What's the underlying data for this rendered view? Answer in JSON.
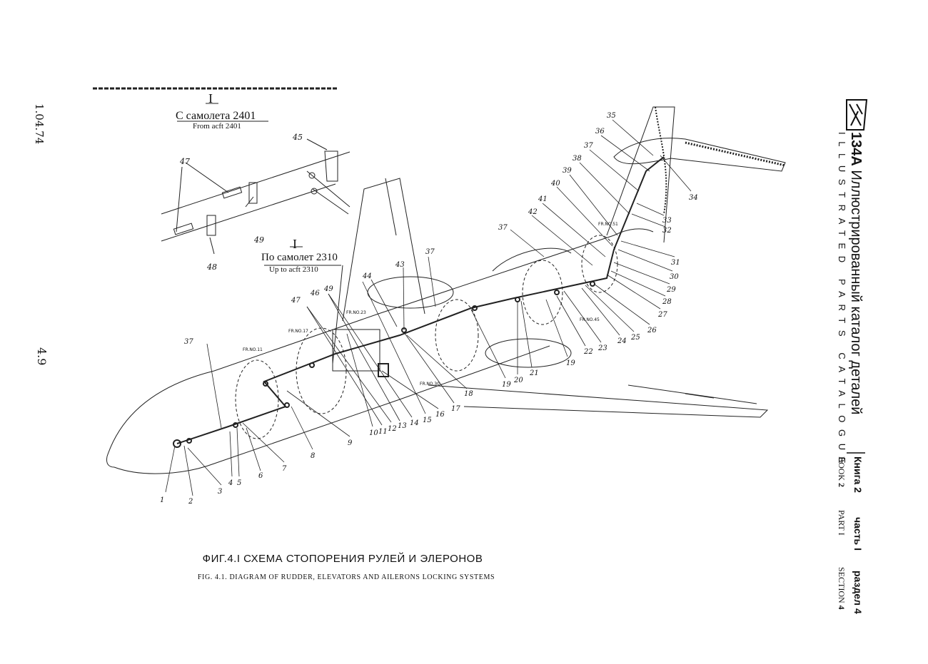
{
  "page": {
    "side_code": "1.04.74",
    "page_number": "4.9"
  },
  "right_block": {
    "model": "134A",
    "title_ru": "Иллюстрированный каталог деталей",
    "title_en": "ILLUSTRATED PARTS CATALOGUE",
    "book_ru": "Книга",
    "book_no": "2",
    "part_ru": "часть",
    "part_no": "I",
    "section_ru": "раздел",
    "section_no": "4",
    "book_en": "BOOK",
    "part_en": "PART",
    "section_en": "SECTION"
  },
  "inset1": {
    "roman": "I",
    "title_ru": "С самолета 2401",
    "title_en": "From acft 2401",
    "callouts": [
      "45",
      "47",
      "49",
      "48"
    ]
  },
  "inset2": {
    "roman": "I",
    "title_ru": "По самолет 2310",
    "title_en": "Up to acft 2310"
  },
  "callouts": [
    "1",
    "2",
    "3",
    "4",
    "5",
    "6",
    "7",
    "8",
    "9",
    "10",
    "11",
    "12",
    "13",
    "14",
    "15",
    "16",
    "17",
    "18",
    "19",
    "19",
    "20",
    "21",
    "22",
    "23",
    "24",
    "25",
    "26",
    "27",
    "28",
    "29",
    "30",
    "31",
    "32",
    "33",
    "34",
    "35",
    "36",
    "37",
    "37",
    "37",
    "37",
    "38",
    "39",
    "40",
    "41",
    "42",
    "43",
    "44",
    "45",
    "46",
    "47",
    "49"
  ],
  "frame_labels": [
    "FR.NO.17",
    "FR.NO.23",
    "FR.NO.30",
    "FR.NO.45",
    "FR.NO.51",
    "FR.NO.11"
  ],
  "caption": {
    "ru": "ФИГ.4.I  СХЕМА  СТОПОРЕНИЯ  РУЛЕЙ  И  ЭЛЕРОНОВ",
    "en": "FIG. 4.1. DIAGRAM OF RUDDER, ELEVATORS AND AILERONS LOCKING SYSTEMS"
  }
}
